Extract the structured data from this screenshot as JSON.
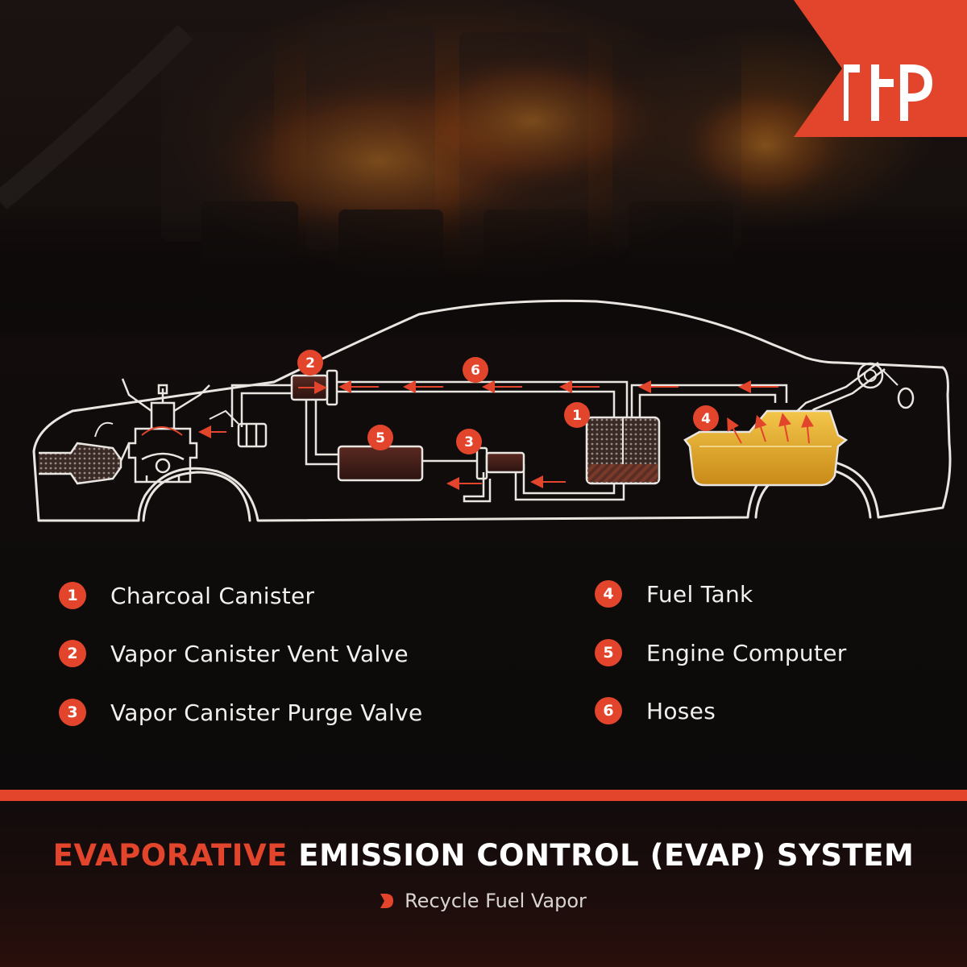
{
  "legend": [
    {
      "number": "1",
      "label": "Charcoal Canister"
    },
    {
      "number": "2",
      "label": "Vapor Canister Vent Valve"
    },
    {
      "number": "3",
      "label": "Vapor Canister Purge Valve"
    },
    {
      "number": "4",
      "label": "Fuel Tank"
    },
    {
      "number": "5",
      "label": "Engine Computer"
    },
    {
      "number": "6",
      "label": "Hoses"
    }
  ],
  "diagram_markers": [
    "1",
    "2",
    "3",
    "4",
    "5",
    "6"
  ],
  "headline": {
    "accent": "EVAPORATIVE",
    "main": "EMISSION CONTROL (EVAP) SYSTEM"
  },
  "tagline": "Recycle Fuel Vapor",
  "colors": {
    "accent": "#e2452b",
    "line": "#e9e6e2",
    "background": "#0e0b0b",
    "fuel": "#e8b22e"
  },
  "icons": {
    "logo": "a-premium-logo-icon",
    "tagline_bullet": "logo-bullet-icon"
  }
}
